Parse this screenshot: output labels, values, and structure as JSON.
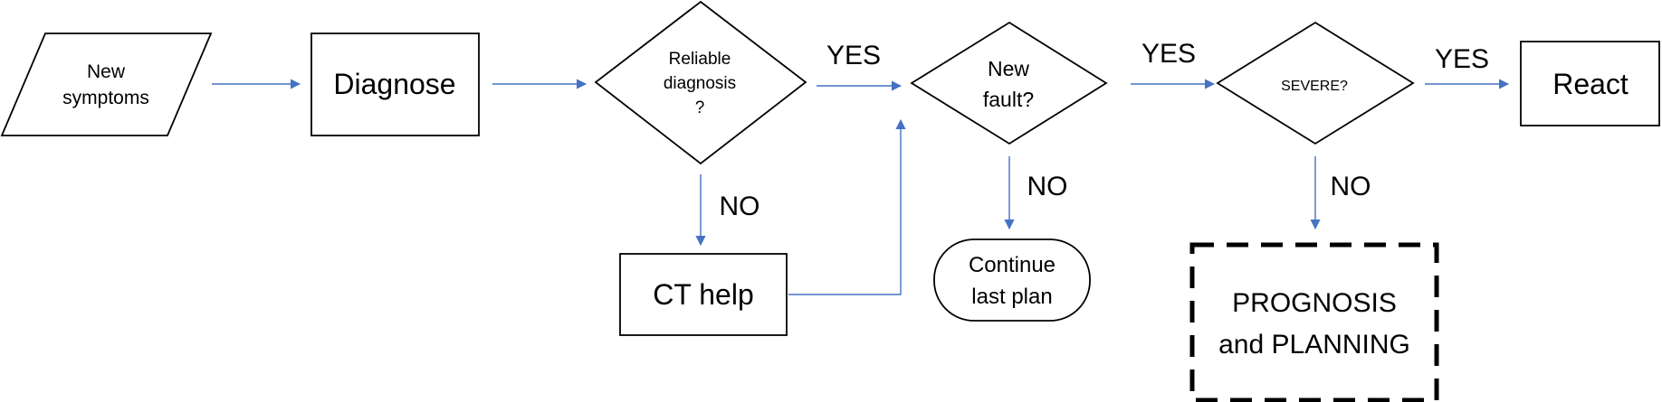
{
  "nodes": {
    "new_symptoms": {
      "line1": "New",
      "line2": "symptoms"
    },
    "diagnose": {
      "label": "Diagnose"
    },
    "reliable_diagnosis": {
      "line1": "Reliable",
      "line2": "diagnosis",
      "line3": "?"
    },
    "ct_help": {
      "label": "CT help"
    },
    "new_fault": {
      "line1": "New",
      "line2": "fault?"
    },
    "continue_last_plan": {
      "line1": "Continue",
      "line2": "last plan"
    },
    "severe": {
      "label": "SEVERE?"
    },
    "react": {
      "label": "React"
    },
    "prognosis_planning": {
      "line1": "PROGNOSIS",
      "line2": "and PLANNING"
    }
  },
  "edge_labels": {
    "reliable_yes": "YES",
    "reliable_no": "NO",
    "fault_yes": "YES",
    "fault_no": "NO",
    "severe_yes": "YES",
    "severe_no": "NO"
  },
  "colors": {
    "connector": "#4472c4",
    "shape_stroke": "#000000",
    "background": "#ffffff"
  }
}
